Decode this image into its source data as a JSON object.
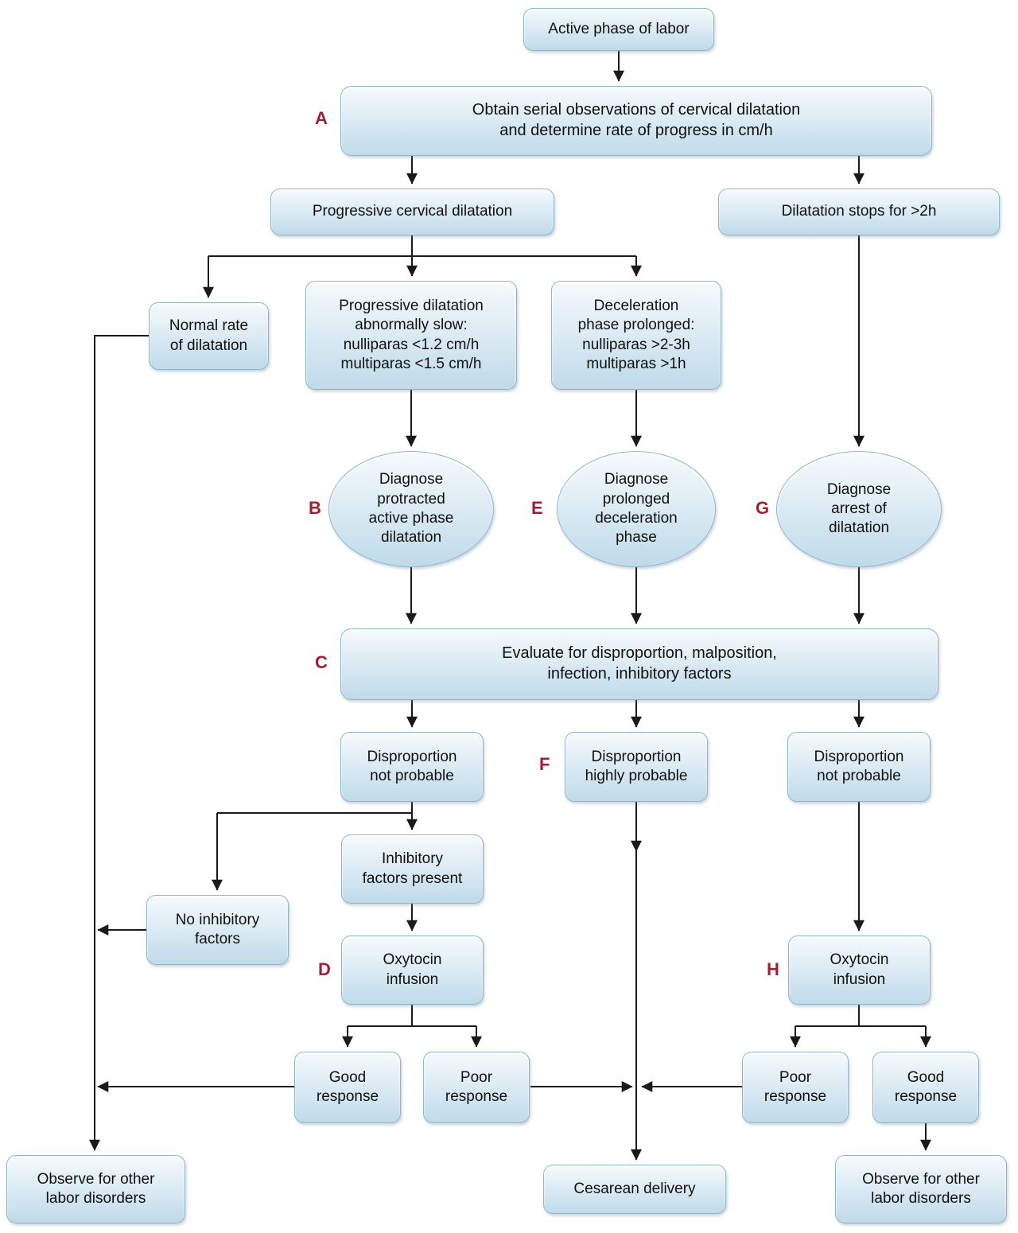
{
  "diagram": {
    "nodes": {
      "active_phase": {
        "text": "Active phase of labor"
      },
      "obtain_serial": {
        "text": "Obtain serial observations of cervical dilatation\nand determine rate of progress in cm/h"
      },
      "progressive_cervical": {
        "text": "Progressive cervical dilatation"
      },
      "dilatation_stops": {
        "text": "Dilatation stops for >2h"
      },
      "normal_rate": {
        "text": "Normal rate\nof dilatation"
      },
      "slow_dilatation": {
        "text": "Progressive dilatation\nabnormally slow:\nnulliparas <1.2 cm/h\nmultiparas <1.5 cm/h"
      },
      "decel_prolonged": {
        "text": "Deceleration\nphase prolonged:\nnulliparas >2-3h\nmultiparas >1h"
      },
      "diagnose_protracted": {
        "text": "Diagnose\nprotracted\nactive phase\ndilatation"
      },
      "diagnose_prolonged": {
        "text": "Diagnose\nprolonged\ndeceleration\nphase"
      },
      "diagnose_arrest": {
        "text": "Diagnose\narrest of\ndilatation"
      },
      "evaluate": {
        "text": "Evaluate for disproportion, malposition,\ninfection, inhibitory factors"
      },
      "disproportion_not_probable_left": {
        "text": "Disproportion\nnot probable"
      },
      "disproportion_highly_probable": {
        "text": "Disproportion\nhighly probable"
      },
      "disproportion_not_probable_right": {
        "text": "Disproportion\nnot probable"
      },
      "inhibitory_present": {
        "text": "Inhibitory\nfactors present"
      },
      "no_inhibitory": {
        "text": "No inhibitory\nfactors"
      },
      "oxytocin_d": {
        "text": "Oxytocin\ninfusion"
      },
      "oxytocin_h": {
        "text": "Oxytocin\ninfusion"
      },
      "good_response_left": {
        "text": "Good\nresponse"
      },
      "poor_response_left": {
        "text": "Poor\nresponse"
      },
      "poor_response_right": {
        "text": "Poor\nresponse"
      },
      "good_response_right": {
        "text": "Good\nresponse"
      },
      "observe_left": {
        "text": "Observe for other\nlabor disorders"
      },
      "cesarean": {
        "text": "Cesarean delivery"
      },
      "observe_right": {
        "text": "Observe for other\nlabor disorders"
      }
    },
    "labels": {
      "A": "A",
      "B": "B",
      "C": "C",
      "D": "D",
      "E": "E",
      "F": "F",
      "G": "G",
      "H": "H"
    },
    "colors": {
      "node_border": "#8fb5cb",
      "node_fill_top": "#f6fafd",
      "node_fill_mid": "#dcebf4",
      "node_fill_bottom": "#bfdaea",
      "label_red": "#a31e30",
      "line": "#1a1a1a",
      "background": "#ffffff"
    }
  }
}
